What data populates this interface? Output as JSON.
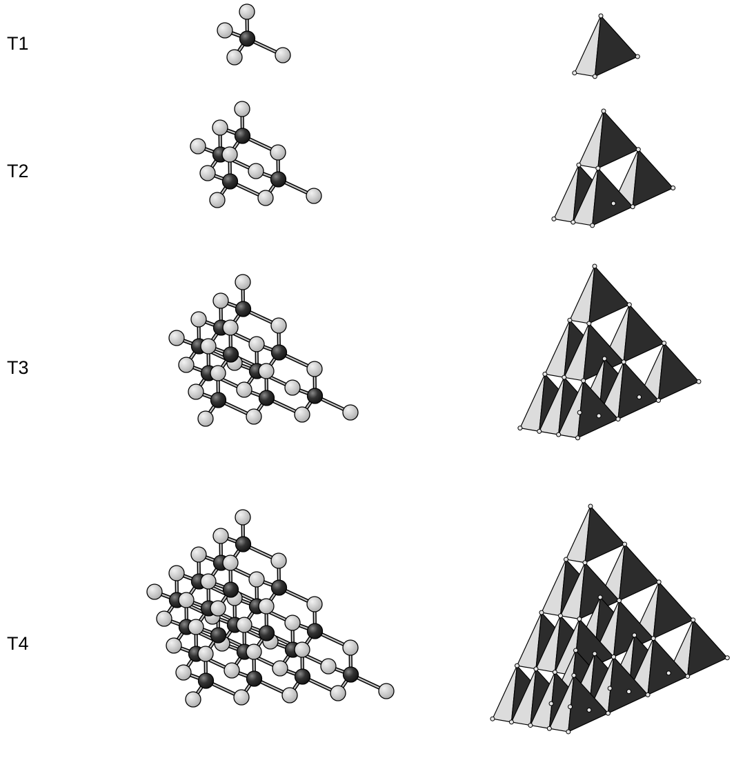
{
  "figure": {
    "rows": [
      {
        "id": "T1",
        "label": "T1",
        "order": 1
      },
      {
        "id": "T2",
        "label": "T2",
        "order": 2
      },
      {
        "id": "T3",
        "label": "T3",
        "order": 3
      },
      {
        "id": "T4",
        "label": "T4",
        "order": 4
      }
    ],
    "colors": {
      "tetrahedral_atom": "#2c2c2c",
      "bridging_atom": "#c4c4c4",
      "polyhedron_light_face": "#dcdcdc",
      "polyhedron_dark_face": "#2c2c2c",
      "background": "#ffffff"
    }
  }
}
